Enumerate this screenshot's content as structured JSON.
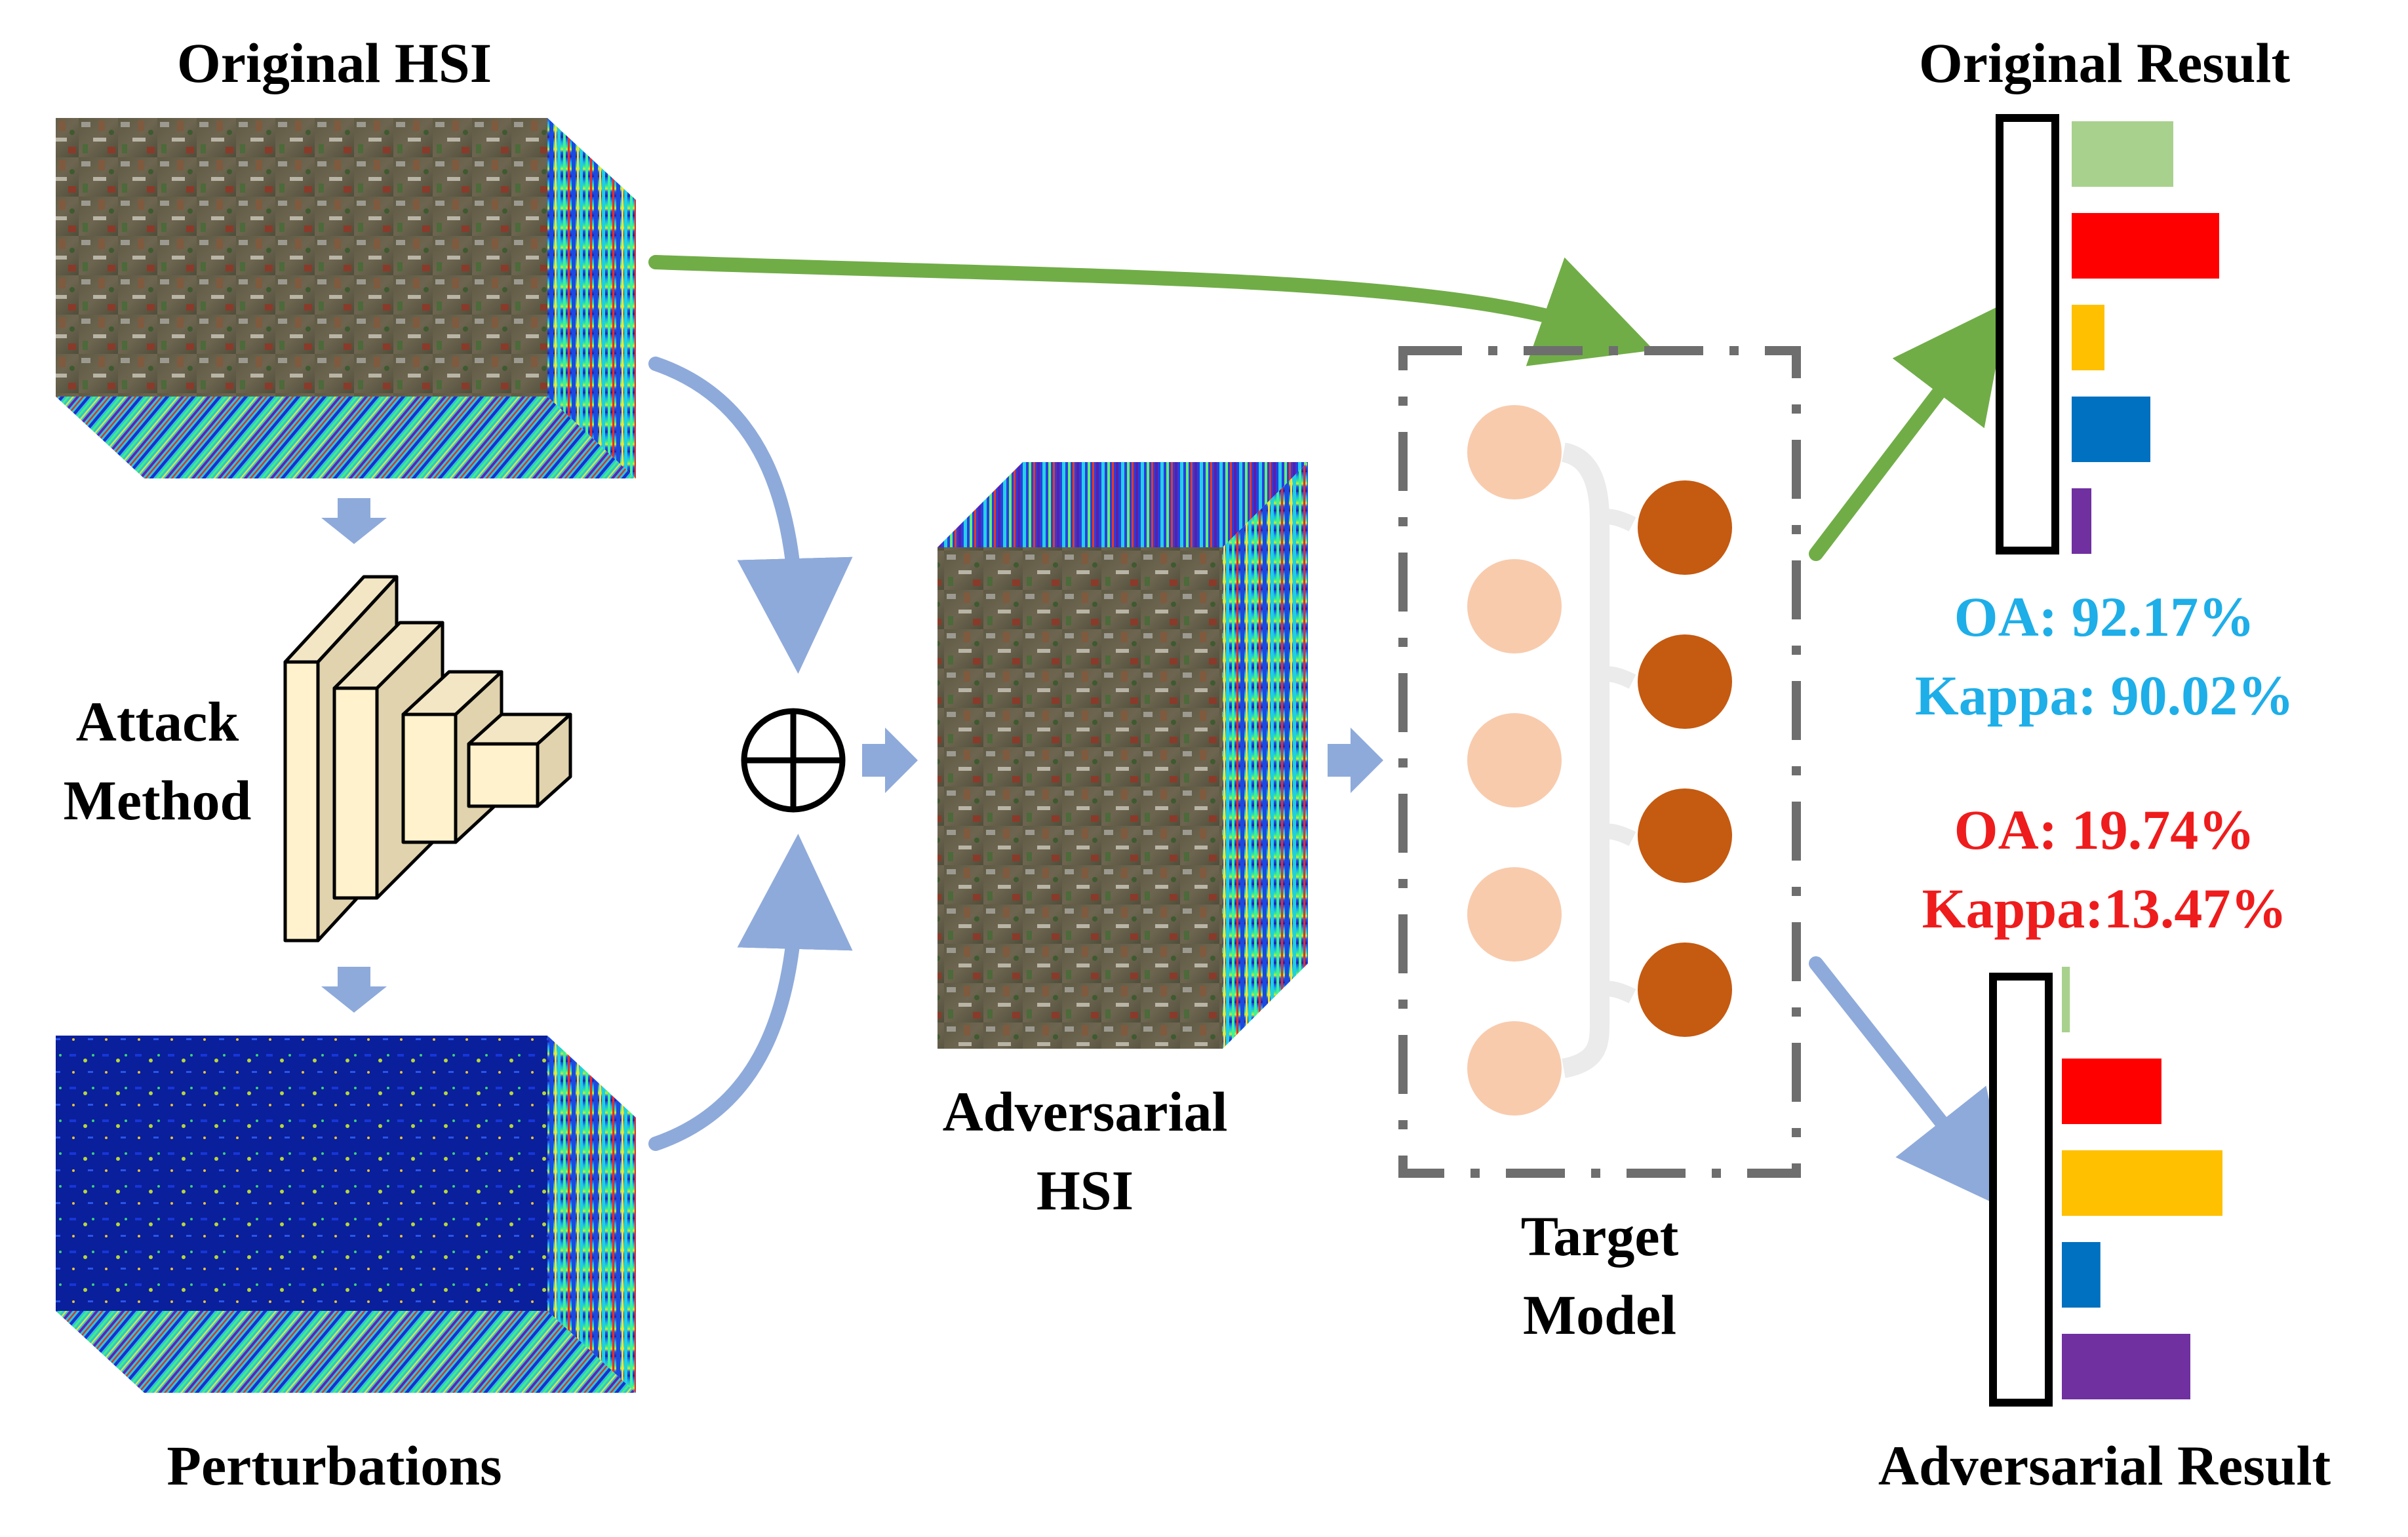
{
  "labels": {
    "original_hsi": "Original HSI",
    "attack_method_line1": "Attack",
    "attack_method_line2": "Method",
    "perturbations": "Perturbations",
    "adversarial_hsi_line1": "Adversarial",
    "adversarial_hsi_line2": "HSI",
    "target_model_line1": "Target",
    "target_model_line2": "Model",
    "original_result": "Original Result",
    "adversarial_result": "Adversarial Result",
    "xor_symbol": "⊕"
  },
  "metrics": {
    "original": {
      "oa": "OA: 92.17%",
      "kappa": "Kappa: 90.02%",
      "color": "#1eaee8"
    },
    "adversarial": {
      "oa": "OA: 19.74%",
      "kappa": "Kappa:13.47%",
      "color": "#ee1c1c"
    }
  },
  "results": {
    "original_bars": [
      {
        "value": 0.62,
        "color": "#a9d18e"
      },
      {
        "value": 0.9,
        "color": "#ff0000"
      },
      {
        "value": 0.2,
        "color": "#ffc000"
      },
      {
        "value": 0.48,
        "color": "#0070c0"
      },
      {
        "value": 0.12,
        "color": "#7030a0"
      }
    ],
    "adversarial_bars": [
      {
        "value": 0.05,
        "color": "#a9d18e"
      },
      {
        "value": 0.62,
        "color": "#ff0000"
      },
      {
        "value": 1.0,
        "color": "#ffc000"
      },
      {
        "value": 0.24,
        "color": "#0070c0"
      },
      {
        "value": 0.8,
        "color": "#7030a0"
      }
    ]
  },
  "colors": {
    "green_arrow": "#70ad47",
    "blue_arrow": "#8eaadb",
    "input_node": "#f8cbad",
    "output_node": "#c55a11",
    "dash_box": "#6e6e6e",
    "cnn_block": "#fff2cc"
  }
}
